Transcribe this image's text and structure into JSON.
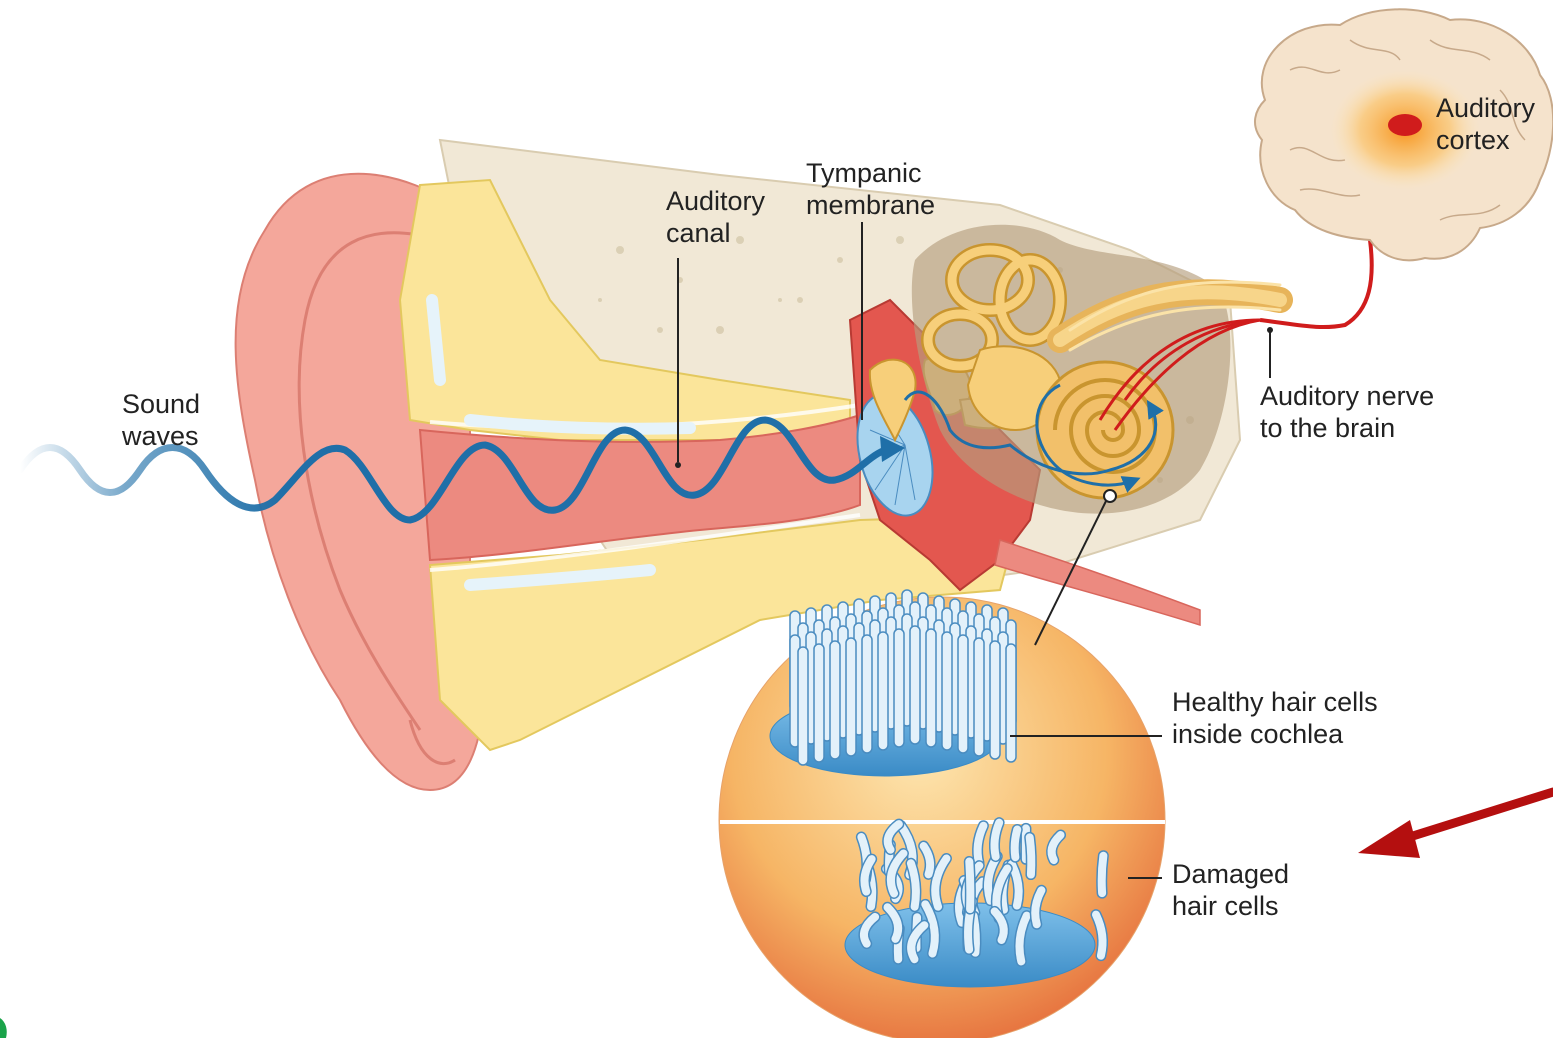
{
  "labels": {
    "sound_waves": [
      "Sound",
      "waves"
    ],
    "auditory_canal": [
      "Auditory",
      "canal"
    ],
    "tympanic_membrane": [
      "Tympanic",
      "membrane"
    ],
    "auditory_cortex": [
      "Auditory",
      "cortex"
    ],
    "auditory_nerve": [
      "Auditory nerve",
      "to the brain"
    ],
    "healthy_hair_cells": [
      "Healthy hair cells",
      "inside cochlea"
    ],
    "damaged_hair_cells": [
      "Damaged",
      "hair cells"
    ]
  },
  "colors": {
    "wave": "#1f6fa8",
    "skin": "#f4a79b",
    "cartilage": "#fbe59a",
    "bone": "#f1e8d6",
    "canal": "#ec8a80",
    "cochlea": "#f2c06a",
    "hair_cell": "#e3f1fa",
    "nerve": "#d01c1c",
    "pointer_arrow": "#b40f0f",
    "label_text": "#222222"
  }
}
